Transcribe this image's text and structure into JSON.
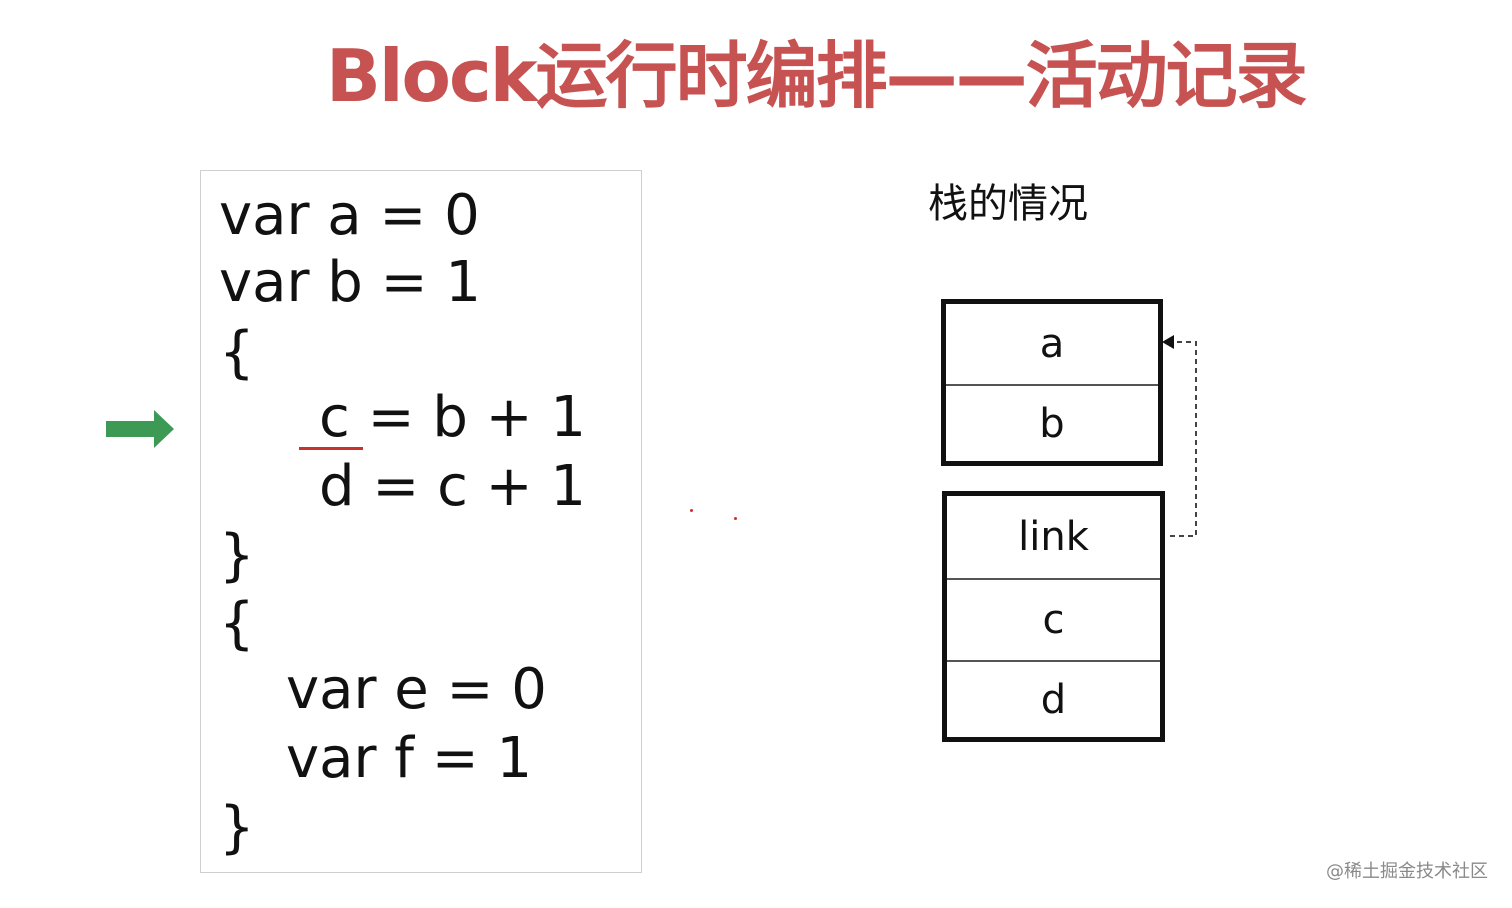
{
  "title": "Block运行时编排——活动记录",
  "code": {
    "lines": [
      "var a = 0",
      "var b = 1",
      "{",
      "c = b + 1",
      "d = c + 1",
      "}",
      "{",
      "var e = 0",
      "var f = 1",
      "}"
    ],
    "current_line_index": 3
  },
  "stack": {
    "title": "栈的情况",
    "global_frame": [
      "a",
      "b"
    ],
    "block_frame": [
      "link",
      "c",
      "d"
    ]
  },
  "colors": {
    "title": "#c65251",
    "arrow": "#3c9a54",
    "underline": "#c8322d"
  },
  "watermark": "@稀土掘金技术社区"
}
